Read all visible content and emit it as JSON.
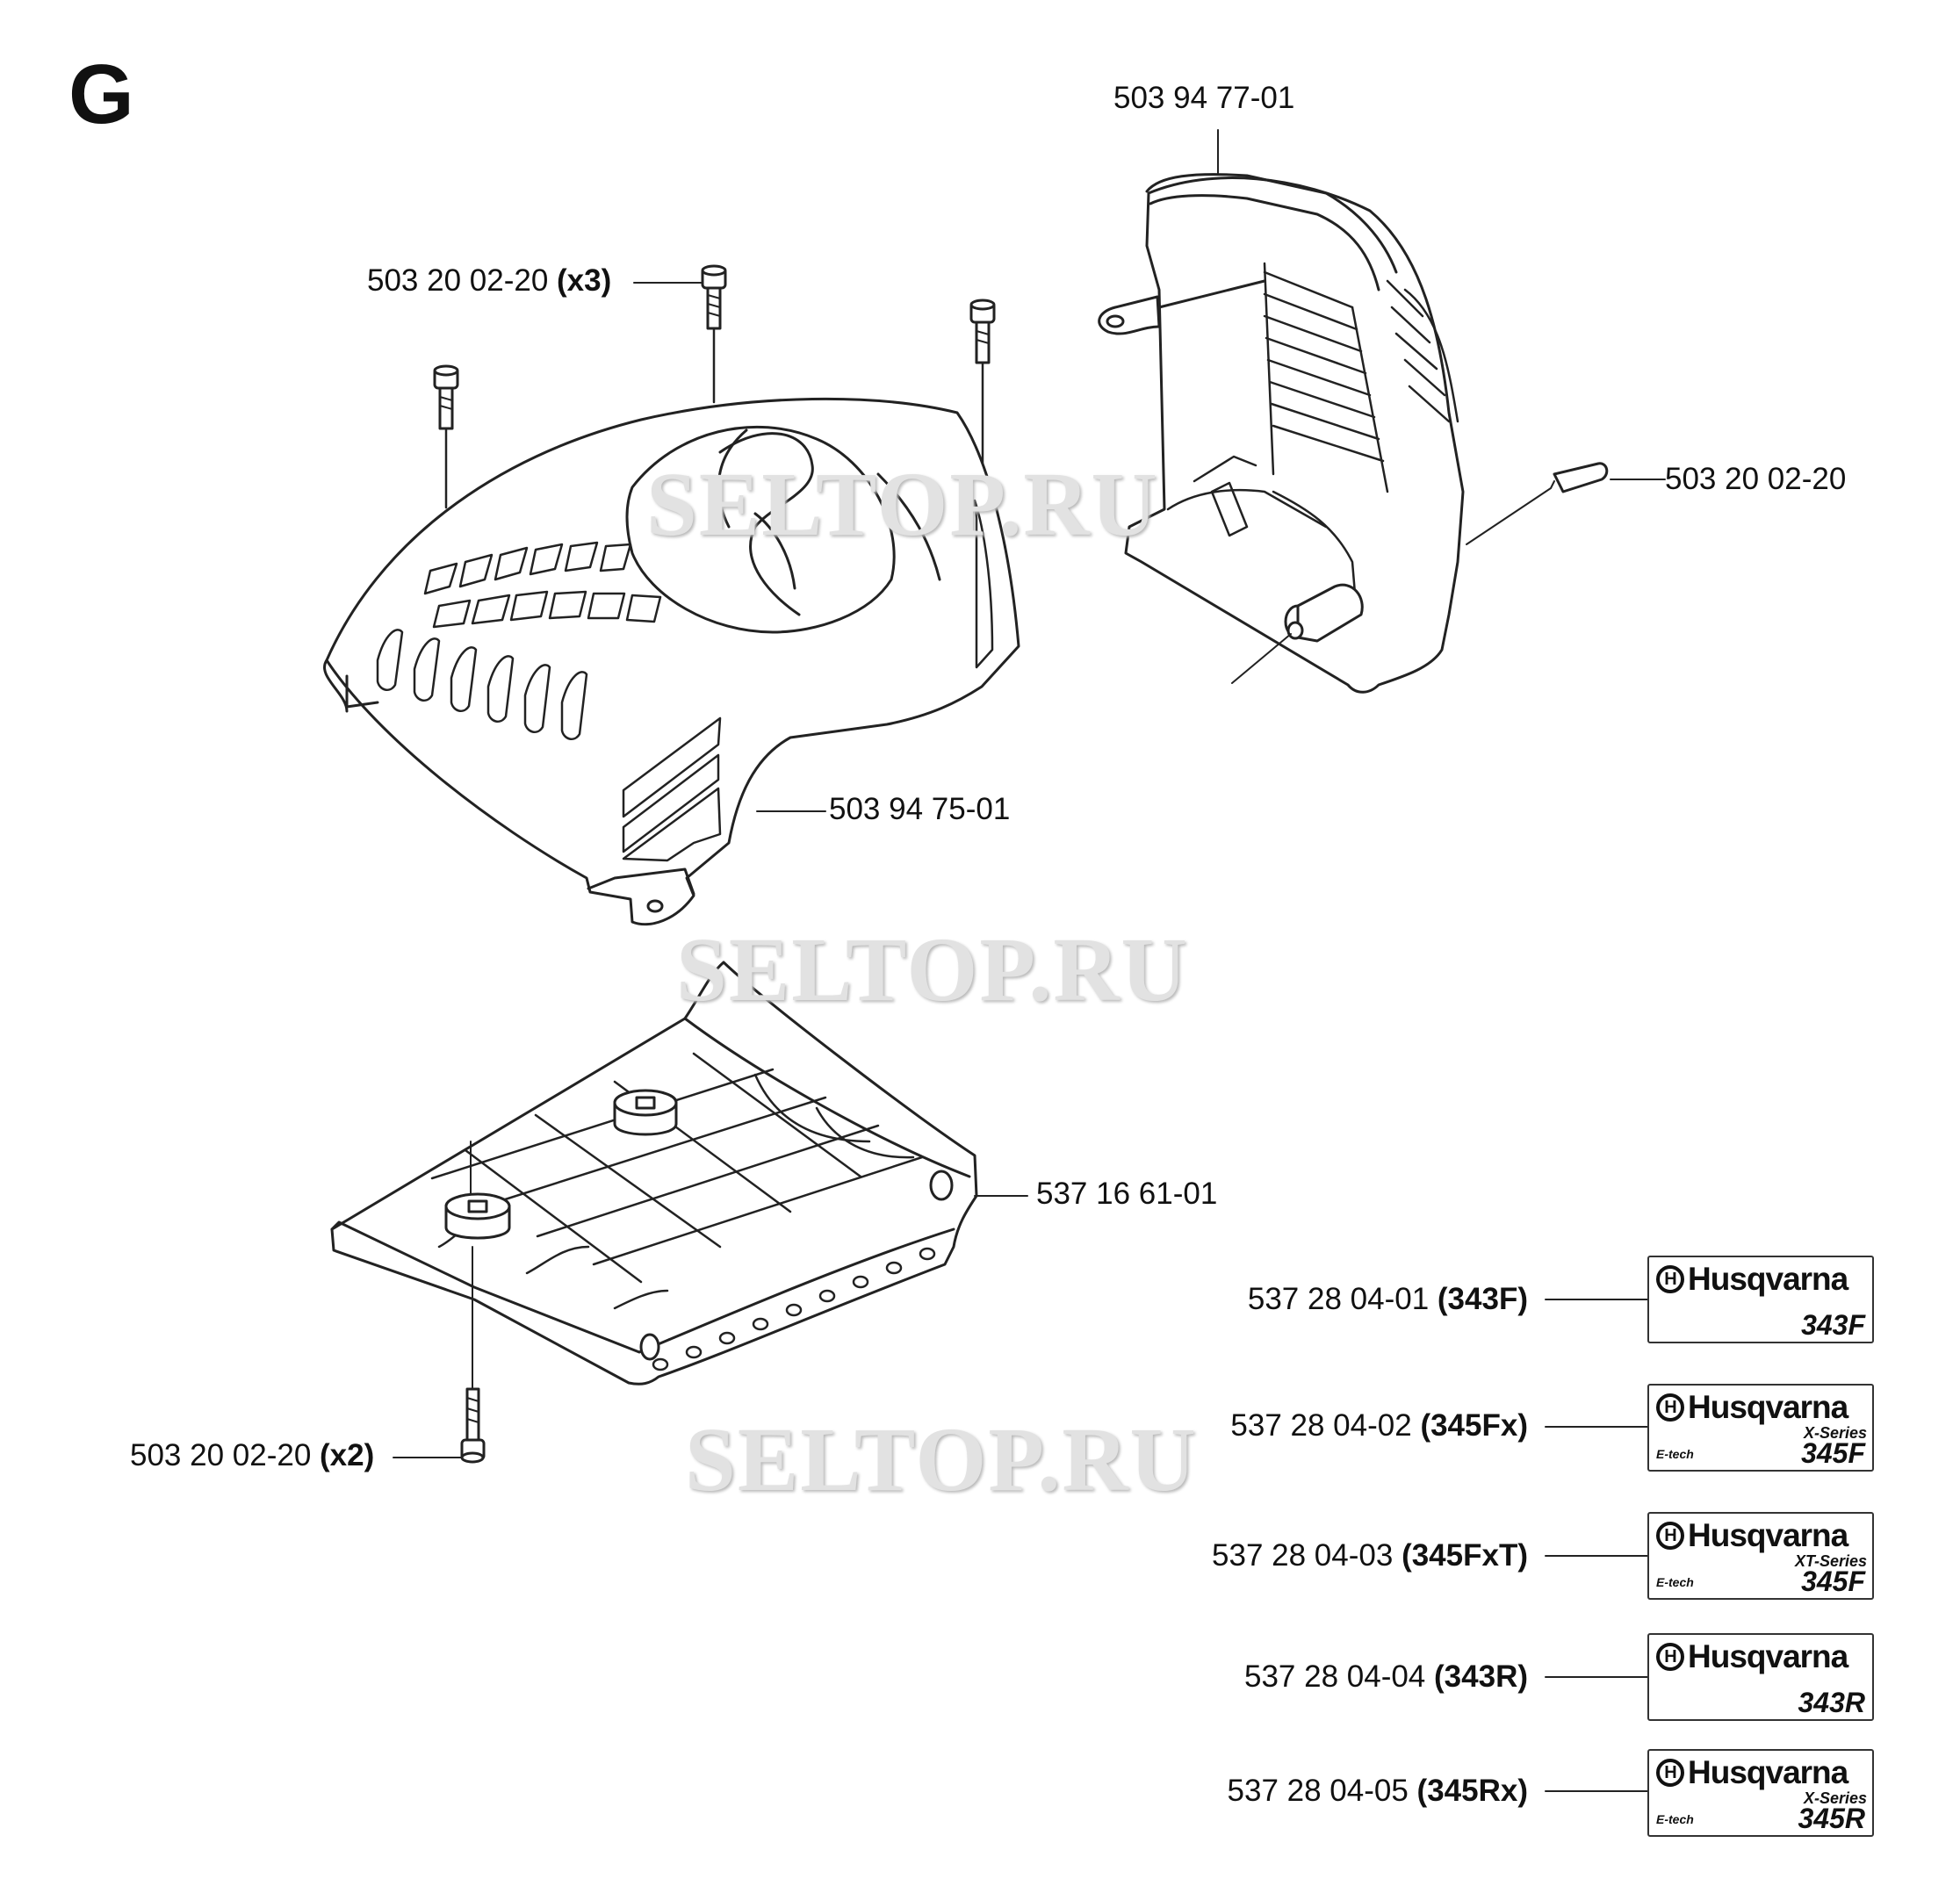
{
  "section_label": "G",
  "watermark": "SELTOP.RU",
  "parts": {
    "cover_bracket": "503 94 77-01",
    "screw_top": {
      "number": "503 20 02-20",
      "qty": "(x3)"
    },
    "screw_right": "503 20 02-20",
    "cylinder_cover": "503 94 75-01",
    "bottom_plate": "537 16 61-01",
    "screw_bottom": {
      "number": "503 20 02-20",
      "qty": "(x2)"
    }
  },
  "decals": [
    {
      "number": "537 28 04-01",
      "model_code": "(343F)",
      "brand": "Husqvarna",
      "series": "",
      "etech": "",
      "model": "343F"
    },
    {
      "number": "537 28 04-02",
      "model_code": "(345Fx)",
      "brand": "Husqvarna",
      "series": "X-Series",
      "etech": "E-tech",
      "model": "345F"
    },
    {
      "number": "537 28 04-03",
      "model_code": "(345FxT)",
      "brand": "Husqvarna",
      "series": "XT-Series",
      "etech": "E-tech",
      "model": "345F"
    },
    {
      "number": "537 28 04-04",
      "model_code": "(343R)",
      "brand": "Husqvarna",
      "series": "",
      "etech": "",
      "model": "343R"
    },
    {
      "number": "537 28 04-05",
      "model_code": "(345Rx)",
      "brand": "Husqvarna",
      "series": "X-Series",
      "etech": "E-tech",
      "model": "345R"
    }
  ]
}
